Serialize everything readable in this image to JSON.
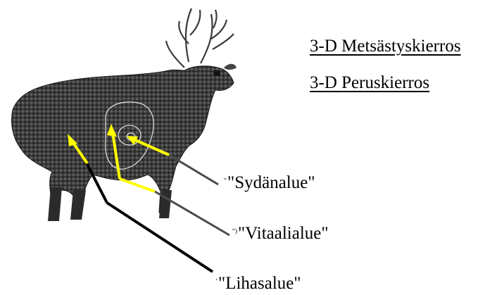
{
  "links": [
    {
      "label": "3-D Metsästyskierros"
    },
    {
      "label": "3-D Peruskierros"
    }
  ],
  "zones": [
    {
      "prefix": "“",
      "label": "\"Sydänalue\""
    },
    {
      "prefix": "“)",
      "label": "\"Vitaalialue\""
    },
    {
      "prefix": "‘",
      "label": "\"Lihasalue\""
    }
  ],
  "colors": {
    "arrow": "#ffff00",
    "arrow_outline": "#000000",
    "deer_body": "#3a3a3a",
    "link_text": "#000000"
  },
  "icons": {
    "figure": "deer-target-icon"
  }
}
